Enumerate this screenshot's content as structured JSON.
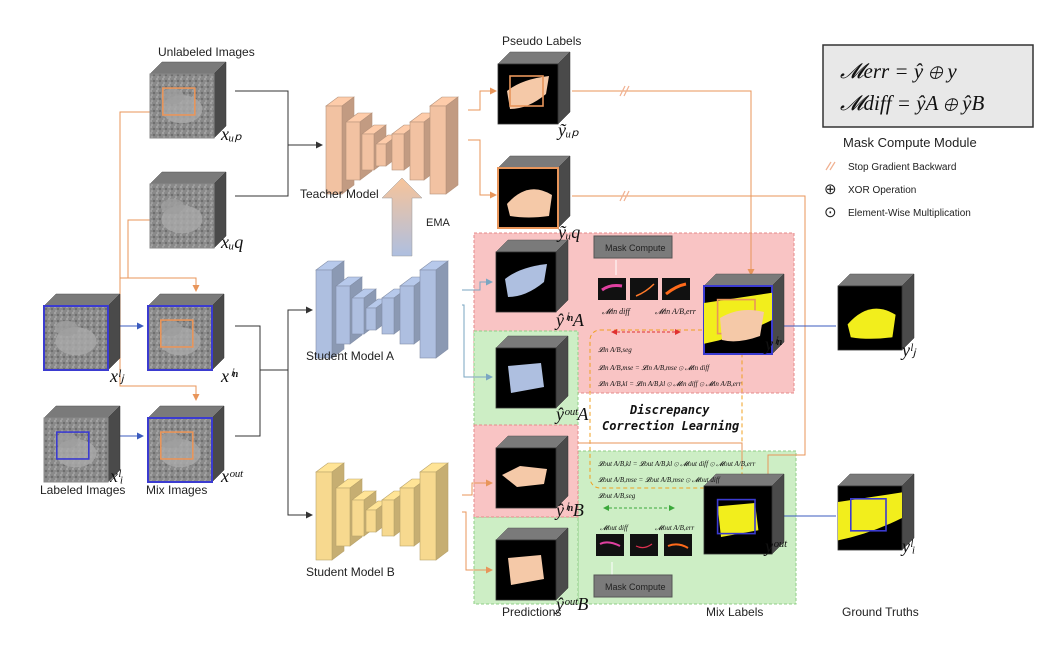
{
  "labels": {
    "unlabeled_images": "Unlabeled Images",
    "labeled_images": "Labeled Images",
    "mix_images": "Mix Images",
    "pseudo_labels": "Pseudo Labels",
    "teacher_model": "Teacher Model",
    "student_a": "Student Model A",
    "student_b": "Student Model B",
    "ema": "EMA",
    "predictions": "Predictions",
    "mix_labels": "Mix Labels",
    "ground_truths": "Ground Truths",
    "mask_compute_module": "Mask Compute Module",
    "mask_compute_top": "Mask Compute",
    "mask_compute_bottom": "Mask Compute",
    "dcl_line1": "Discrepancy",
    "dcl_line2": "Correction Learning"
  },
  "legend": {
    "stop_gradient": "Stop Gradient Backward",
    "xor": "XOR Operation",
    "elementwise": "Element-Wise Multiplication",
    "xor_symbol": "⊕",
    "dot_symbol": "⊙"
  },
  "formulas": {
    "m_err": "𝓜err = ŷ ⊕ y",
    "m_diff": "𝓜diff = ŷA ⊕ ŷB",
    "top_line1": "𝓛in A/B,seg",
    "top_line2": "𝓛in A/B,mse = 𝓛in A/B,mse ⊙ 𝓜in diff",
    "top_line3": "𝓛in A/B,kl = 𝓛in A/B,kl ⊙ 𝓜in diff ⊙ 𝓜in A/B,err",
    "bot_line1": "𝓛out A/B,kl = 𝓛out A/B,kl ⊙ 𝓜out diff ⊙ 𝓜out A/B,err",
    "bot_line2": "𝓛out A/B,mse = 𝓛out A/B,mse ⊙ 𝓜out diff",
    "bot_line3": "𝓛out A/B,seg",
    "m_in_diff": "𝓜in diff",
    "m_in_err": "𝓜in A/B,err",
    "m_out_diff": "𝓜out diff",
    "m_out_err": "𝓜out A/B,err"
  },
  "symbols": {
    "x_p_u": "xᵤₚ",
    "x_q_u": "xᵤq",
    "x_j_l": "xˡⱼ",
    "x_i_l": "xˡᵢ",
    "x_in": "xⁱⁿ",
    "x_out": "xᵒᵘᵗ",
    "y_p_u": "ỹᵤₚ",
    "y_q_u": "ỹᵤq",
    "yA_in": "ŷⁱⁿA",
    "yA_out": "ŷᵒᵘᵗA",
    "yB_in": "ŷⁱⁿB",
    "yB_out": "ŷᵒᵘᵗB",
    "y_in": "yⁱⁿ",
    "y_out": "yᵒᵘᵗ",
    "y_j_l": "yˡⱼ",
    "y_i_l": "yˡᵢ"
  },
  "colors": {
    "teacher": "#f2c2a2",
    "student_a": "#aebfe0",
    "student_b": "#f7d98f",
    "pink_region": "#f9c4c4",
    "green_region": "#cdeec5",
    "orange_line": "#e8955a",
    "blue_line": "#3b5bbf",
    "cube_top": "#6b6b6b",
    "cube_side": "#4a4a4a",
    "mask_yellow": "#f2ee1c",
    "mask_peach": "#f5c9a8"
  }
}
